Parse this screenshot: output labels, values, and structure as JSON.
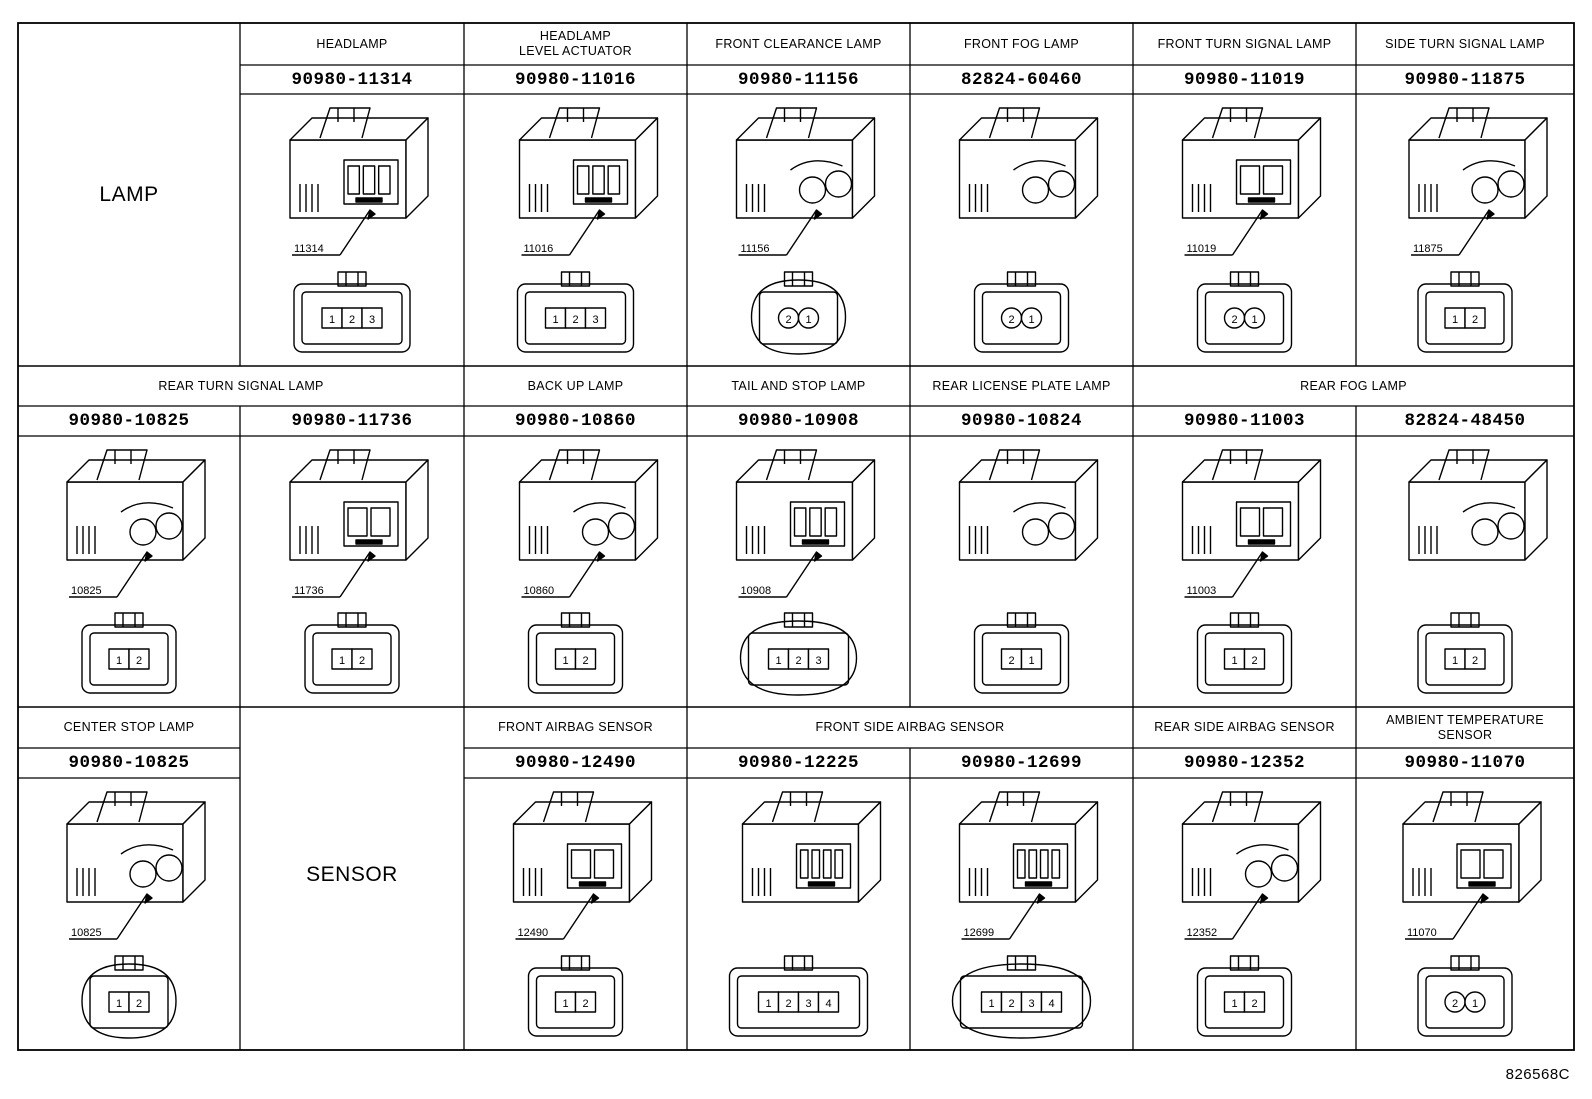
{
  "sections": [
    {
      "label": "LAMP"
    },
    {
      "label": "SENSOR"
    }
  ],
  "rows": [
    {
      "cells": [
        {
          "header": "HEADLAMP",
          "part": "90980-11314",
          "callout": "11314",
          "pins": [
            "1",
            "2",
            "3"
          ]
        },
        {
          "header": "HEADLAMP\nLEVEL ACTUATOR",
          "part": "90980-11016",
          "callout": "11016",
          "pins": [
            "1",
            "2",
            "3"
          ]
        },
        {
          "header": "FRONT CLEARANCE LAMP",
          "part": "90980-11156",
          "callout": "11156",
          "pins": [
            "2",
            "1"
          ]
        },
        {
          "header": "FRONT FOG LAMP",
          "part": "82824-60460",
          "callout": "",
          "pins": [
            "2",
            "1"
          ]
        },
        {
          "header": "FRONT TURN SIGNAL LAMP",
          "part": "90980-11019",
          "callout": "11019",
          "pins": [
            "2",
            "1"
          ]
        },
        {
          "header": "SIDE TURN SIGNAL LAMP",
          "part": "90980-11875",
          "callout": "11875",
          "pins": [
            "1",
            "2"
          ]
        }
      ]
    },
    {
      "headers": [
        {
          "text": "REAR TURN SIGNAL LAMP",
          "span": 2
        },
        {
          "text": "BACK UP LAMP",
          "span": 1
        },
        {
          "text": "TAIL AND STOP LAMP",
          "span": 1
        },
        {
          "text": "REAR LICENSE PLATE LAMP",
          "span": 1
        },
        {
          "text": "REAR FOG LAMP",
          "span": 2
        }
      ],
      "cells": [
        {
          "part": "90980-10825",
          "callout": "10825",
          "pins": [
            "1",
            "2"
          ]
        },
        {
          "part": "90980-11736",
          "callout": "11736",
          "pins": [
            "1",
            "2"
          ]
        },
        {
          "part": "90980-10860",
          "callout": "10860",
          "pins": [
            "1",
            "2"
          ]
        },
        {
          "part": "90980-10908",
          "callout": "10908",
          "pins": [
            "1",
            "2",
            "3"
          ]
        },
        {
          "part": "90980-10824",
          "callout": "",
          "pins": [
            "2",
            "1"
          ]
        },
        {
          "part": "90980-11003",
          "callout": "11003",
          "pins": [
            "1",
            "2"
          ]
        },
        {
          "part": "82824-48450",
          "callout": "",
          "pins": [
            "1",
            "2"
          ]
        }
      ]
    },
    {
      "headers": [
        {
          "text": "CENTER STOP LAMP",
          "span": 1
        },
        {
          "text": "",
          "span": 1
        },
        {
          "text": "FRONT AIRBAG SENSOR",
          "span": 1
        },
        {
          "text": "FRONT SIDE AIRBAG SENSOR",
          "span": 2
        },
        {
          "text": "REAR SIDE AIRBAG SENSOR",
          "span": 1
        },
        {
          "text": "AMBIENT TEMPERATURE\nSENSOR",
          "span": 1
        }
      ],
      "cells": [
        {
          "part": "90980-10825",
          "callout": "10825",
          "pins": [
            "1",
            "2"
          ]
        },
        {
          "part": "",
          "callout": "",
          "pins": []
        },
        {
          "part": "90980-12490",
          "callout": "12490",
          "pins": [
            "1",
            "2"
          ]
        },
        {
          "part": "90980-12225",
          "callout": "",
          "pins": [
            "1",
            "2",
            "3",
            "4"
          ]
        },
        {
          "part": "90980-12699",
          "callout": "12699",
          "pins": [
            "1",
            "2",
            "3",
            "4"
          ]
        },
        {
          "part": "90980-12352",
          "callout": "12352",
          "pins": [
            "1",
            "2"
          ]
        },
        {
          "part": "90980-11070",
          "callout": "11070",
          "pins": [
            "2",
            "1"
          ]
        }
      ]
    }
  ],
  "figure_id": "826568C"
}
